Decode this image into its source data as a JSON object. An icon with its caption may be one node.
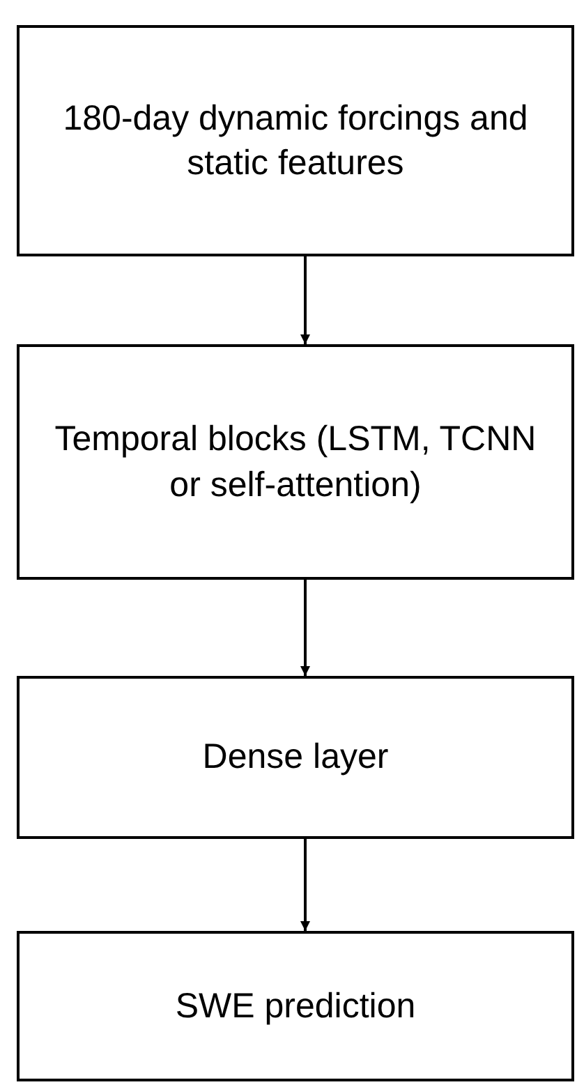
{
  "diagram": {
    "nodes": [
      {
        "text": [
          "180-day dynamic forcings and static features"
        ]
      },
      {
        "text": [
          "Temporal blocks (LSTM, TCNN or self-attention)"
        ]
      },
      {
        "text": [
          "Dense layer"
        ]
      },
      {
        "text": [
          "SWE prediction"
        ]
      }
    ],
    "edges": [
      {
        "from": 0,
        "to": 1,
        "arrow": "to"
      },
      {
        "from": 1,
        "to": 2,
        "arrow": "to"
      },
      {
        "from": 2,
        "to": 3,
        "arrow": "to"
      }
    ]
  }
}
